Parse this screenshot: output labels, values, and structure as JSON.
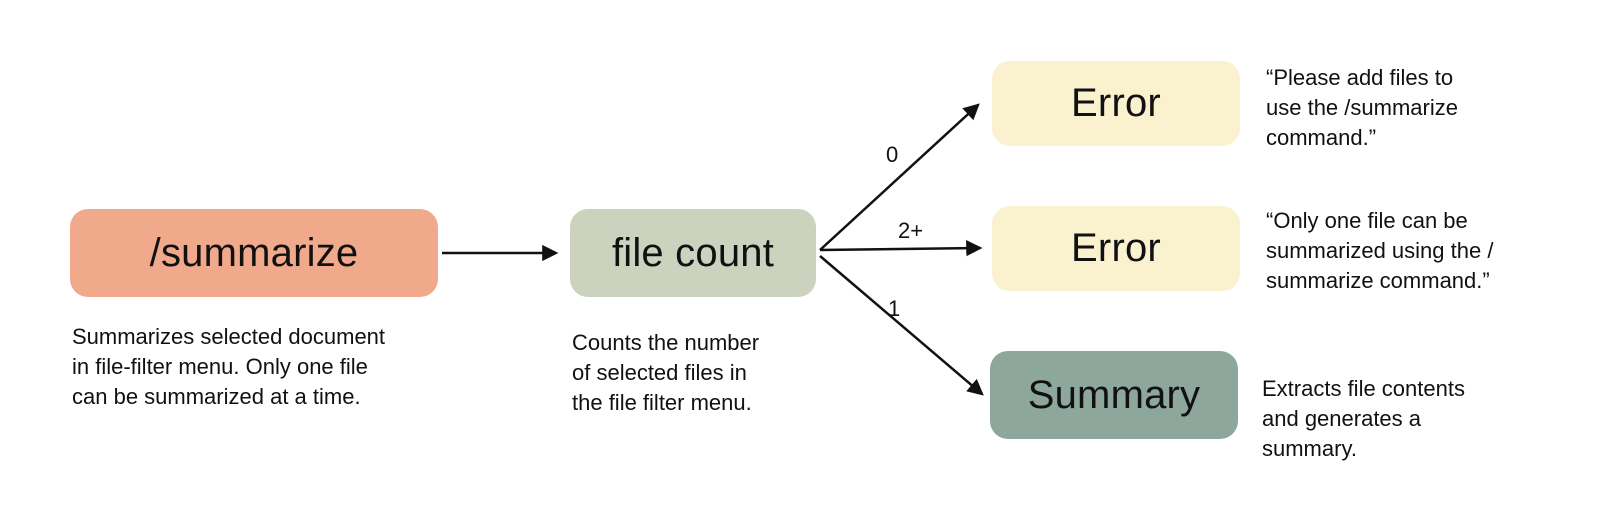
{
  "diagram": {
    "nodes": {
      "summarize": {
        "label": "/summarize",
        "caption": "Summarizes selected document\nin file-filter menu. Only one file\ncan be summarized at a time."
      },
      "file_count": {
        "label": "file count",
        "caption": "Counts the number\nof selected files in\nthe file filter menu."
      },
      "error_zero": {
        "label": "Error",
        "note": "“Please add files to\nuse the /summarize\ncommand.”"
      },
      "error_multi": {
        "label": "Error",
        "note": "“Only one file can be\nsummarized using the /\nsummarize command.”"
      },
      "summary": {
        "label": "Summary",
        "note": "Extracts file contents\nand generates a\nsummary."
      }
    },
    "edge_labels": {
      "zero": "0",
      "multi": "2+",
      "one": "1"
    },
    "colors": {
      "summarize_fill": "#F0AA8B",
      "file_count_fill": "#CBD3BF",
      "error_fill": "#FAF1CF",
      "summary_fill": "#8DA79C",
      "arrow": "#111111",
      "text": "#111111",
      "background": "#FFFFFF"
    }
  }
}
